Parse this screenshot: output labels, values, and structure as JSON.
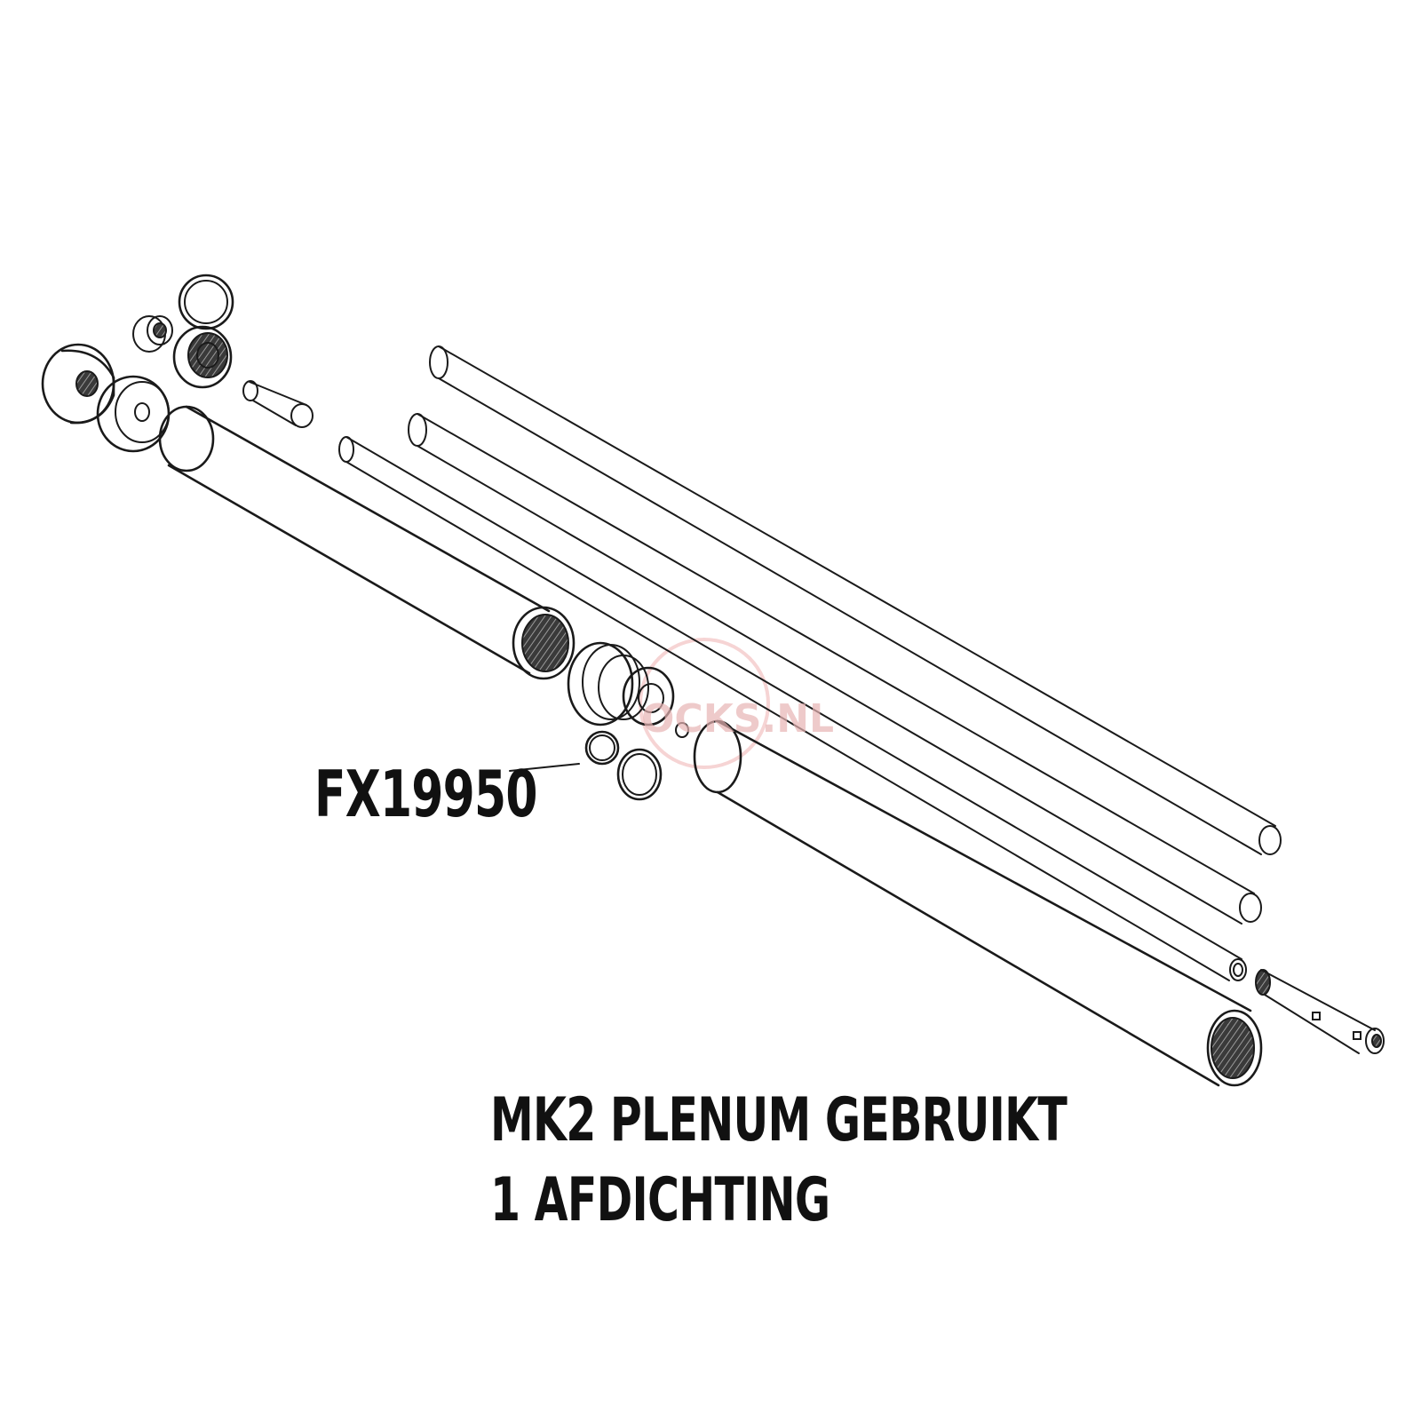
{
  "labels": {
    "part_number": "FX19950",
    "caption_line_1": "MK2 PLENUM GEBRUIKT",
    "caption_line_2": "1 AFDICHTING"
  },
  "watermark": {
    "text": "OCKS.NL",
    "color": "#e8b4b4"
  },
  "colors": {
    "line": "#1a1a1a",
    "background": "#ffffff"
  }
}
